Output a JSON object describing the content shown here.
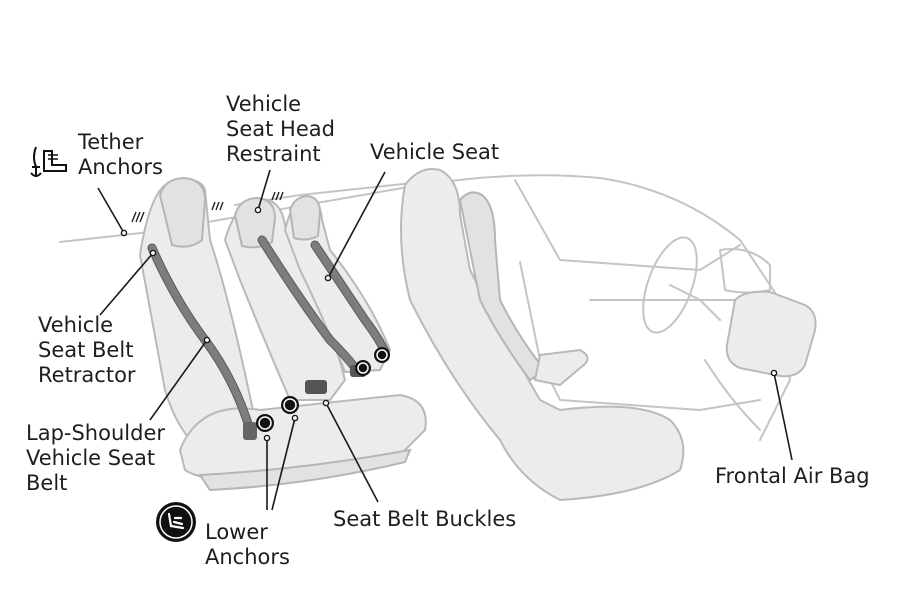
{
  "labels": {
    "tether_anchors": [
      "Tether",
      "Anchors"
    ],
    "head_restraint": [
      "Vehicle",
      "Seat Head",
      "Restraint"
    ],
    "vehicle_seat": [
      "Vehicle Seat"
    ],
    "belt_retractor": [
      "Vehicle",
      "Seat Belt",
      "Retractor"
    ],
    "lap_shoulder_belt": [
      "Lap-Shoulder",
      "Vehicle Seat",
      "Belt"
    ],
    "lower_anchors": [
      "Lower",
      "Anchors"
    ],
    "seat_belt_buckles": [
      "Seat Belt Buckles"
    ],
    "frontal_air_bag": [
      "Frontal Air Bag"
    ]
  },
  "icons": {
    "tether": "tether-anchor-icon",
    "lower_anchor": "lower-anchor-icon"
  },
  "colors": {
    "seat_fill": "#ececec",
    "seat_stroke": "#b9b9b9",
    "belt": "#7d7d7d",
    "text": "#1e1e1e"
  }
}
